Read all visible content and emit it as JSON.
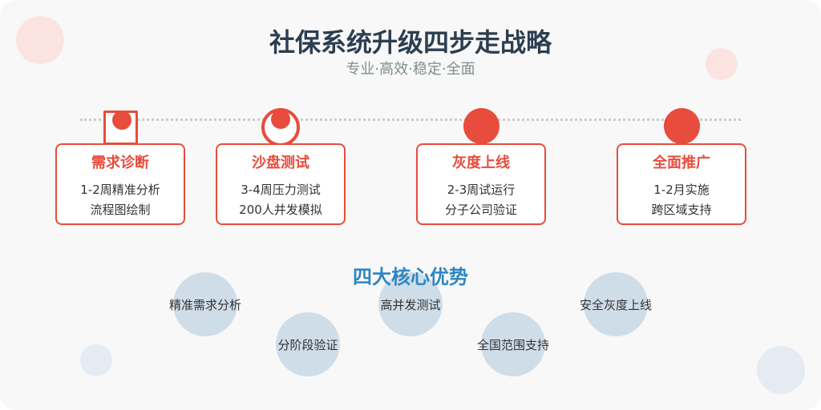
{
  "header": {
    "title": "社保系统升级四步走战略",
    "subtitle": "专业·高效·稳定·全面"
  },
  "steps": [
    {
      "title": "需求诊断",
      "line1": "1-2周精准分析",
      "line2": "流程图绘制"
    },
    {
      "title": "沙盘测试",
      "line1": "3-4周压力测试",
      "line2": "200人并发模拟"
    },
    {
      "title": "灰度上线",
      "line1": "2-3周试运行",
      "line2": "分子公司验证"
    },
    {
      "title": "全面推广",
      "line1": "1-2月实施",
      "line2": "跨区域支持"
    }
  ],
  "advantages": {
    "title": "四大核心优势",
    "items": [
      "精准需求分析",
      "分阶段验证",
      "高并发测试",
      "全国范围支持",
      "安全灰度上线"
    ]
  },
  "colors": {
    "accent": "#e74c3c",
    "title": "#2c3e50",
    "advantage_title": "#2d86c3",
    "bubble": "#cfdde9"
  }
}
